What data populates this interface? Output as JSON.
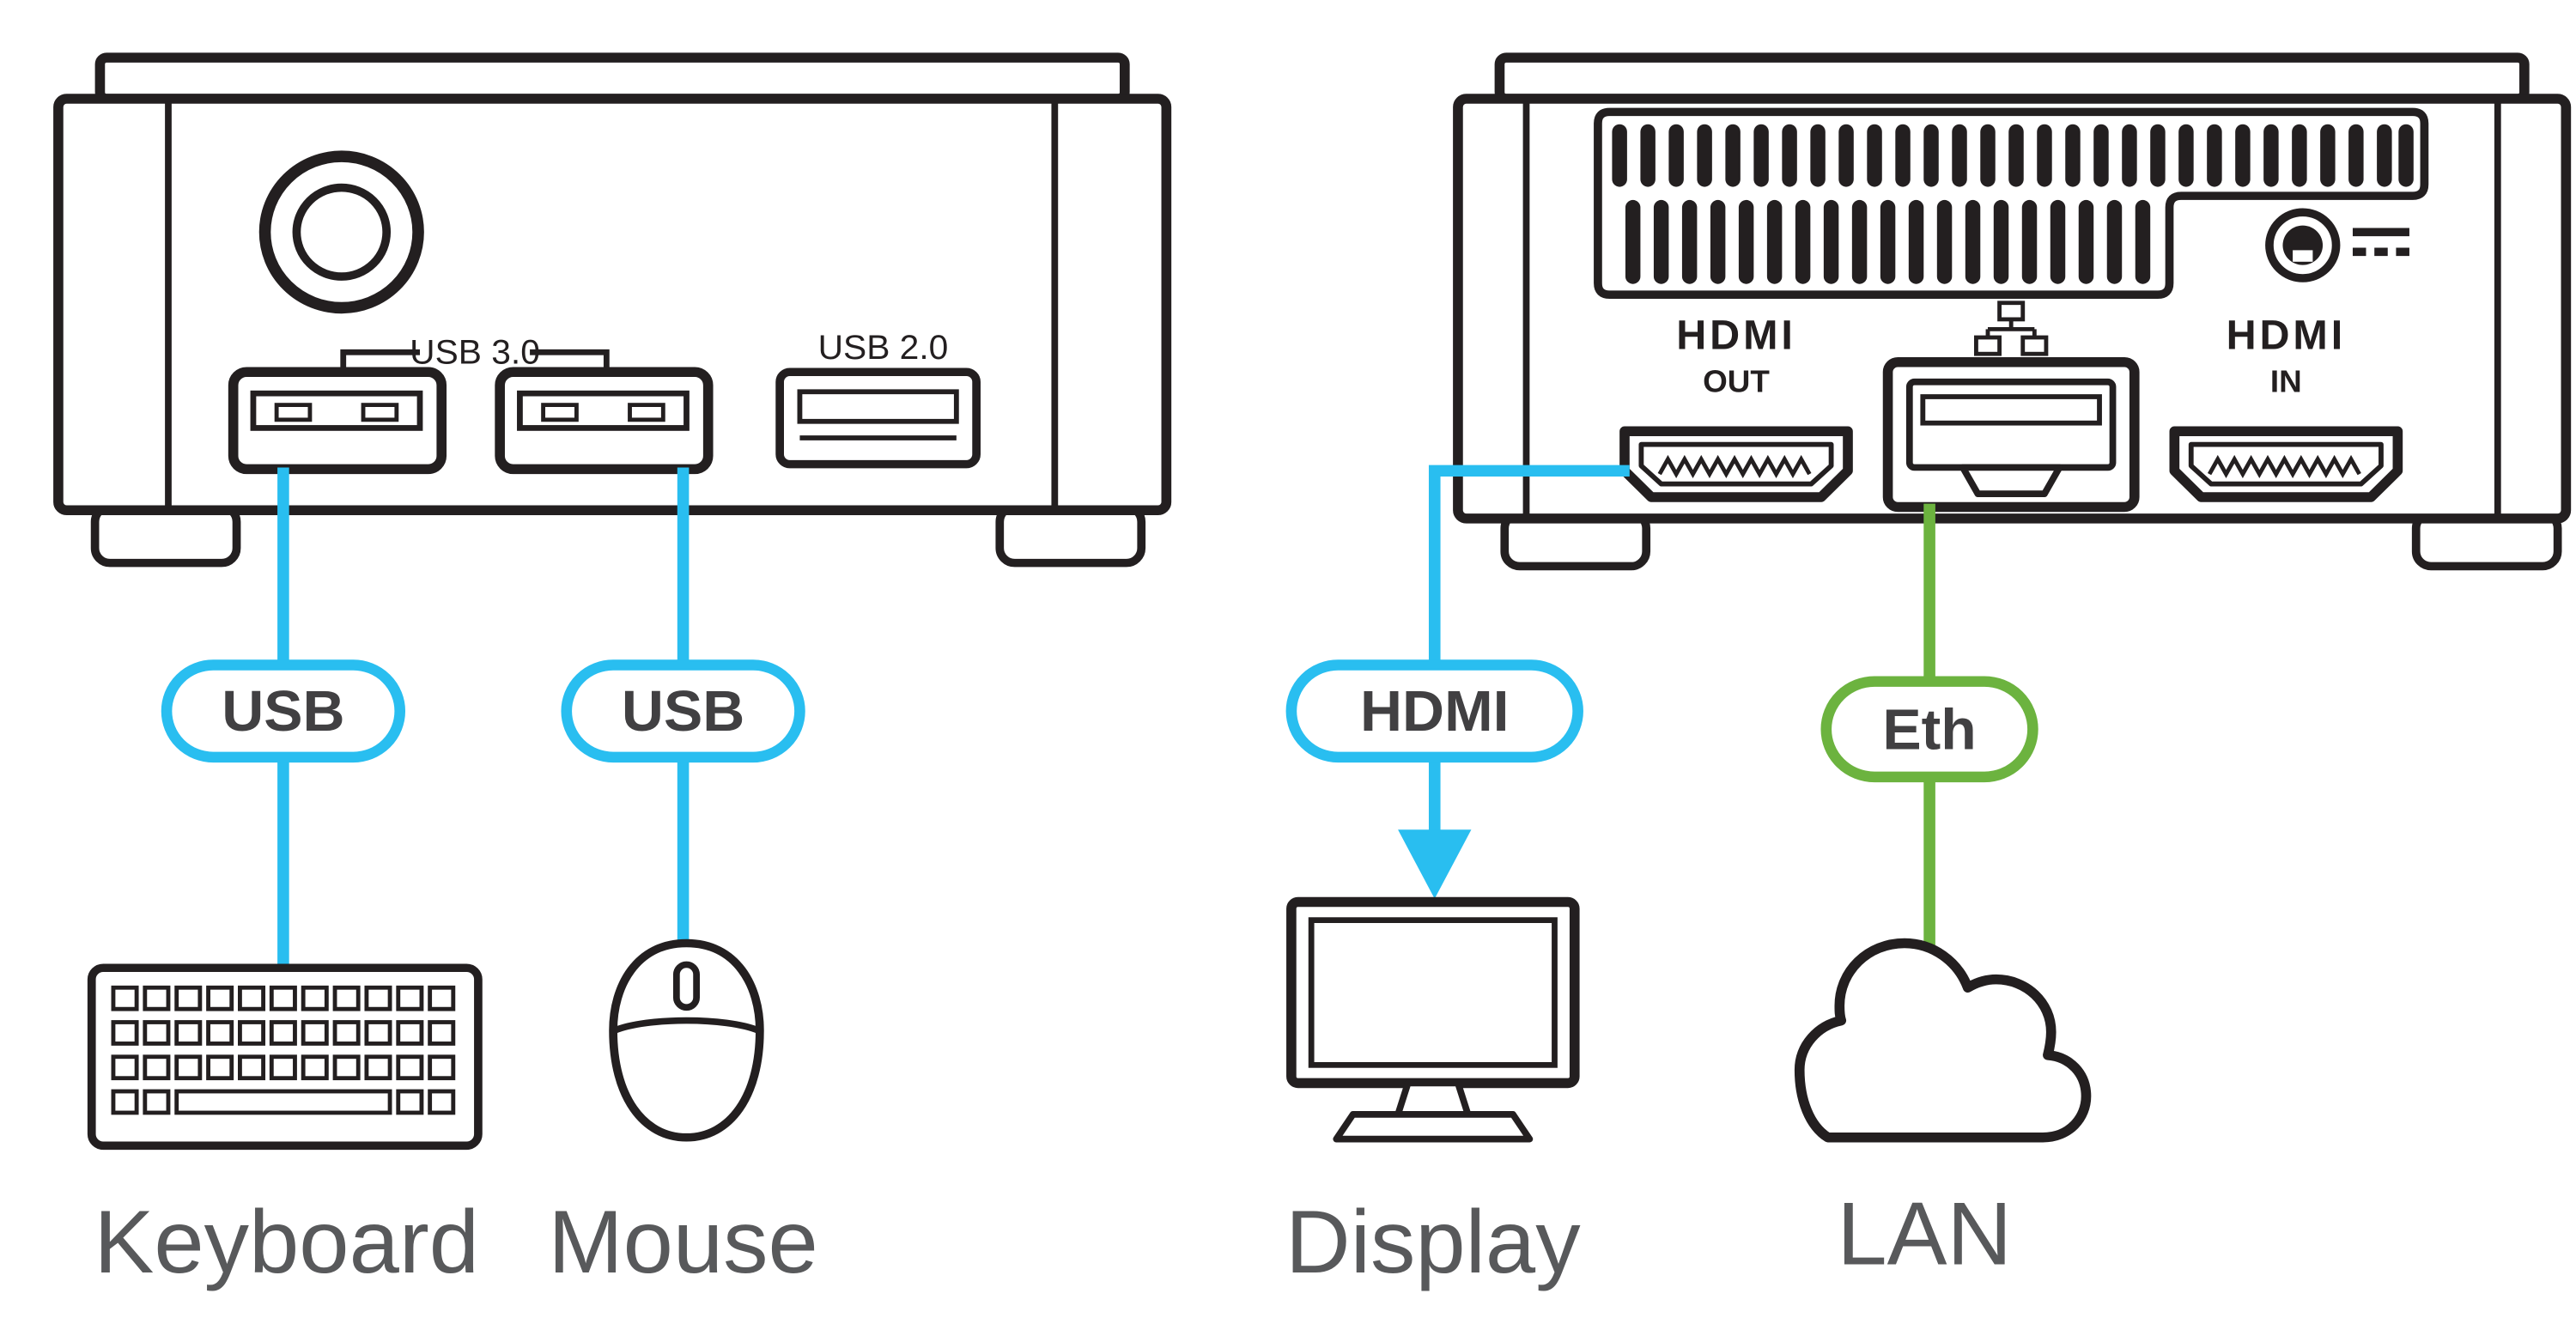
{
  "front_panel": {
    "usb3_label": "USB 3.0",
    "usb2_label": "USB 2.0"
  },
  "rear_panel": {
    "hdmi_out_logo": "HDMI",
    "hdmi_out_label": "OUT",
    "hdmi_in_logo": "HDMI",
    "hdmi_in_label": "IN"
  },
  "cables": {
    "keyboard_usb": "USB",
    "mouse_usb": "USB",
    "display_hdmi": "HDMI",
    "lan_eth": "Eth"
  },
  "peripherals": {
    "keyboard": "Keyboard",
    "mouse": "Mouse",
    "display": "Display",
    "lan": "LAN"
  },
  "colors": {
    "usb_hdmi_accent": "#29BEF0",
    "ethernet_accent": "#6CB33F",
    "label_text": "#58595B",
    "outline": "#231F20"
  }
}
